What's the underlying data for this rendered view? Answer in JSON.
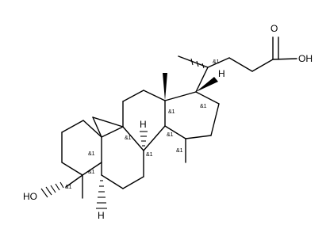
{
  "atoms": {
    "oxygen_carbonyl": "O",
    "hydroxyl_acid": "OH",
    "hydroxyl_ring": "HO",
    "hydrogen_c17": "H",
    "hydrogen_c8": "H",
    "hydrogen_c5": "H"
  },
  "stereo_label": "&1",
  "colors": {
    "ink": "#000000",
    "background": "#ffffff"
  }
}
